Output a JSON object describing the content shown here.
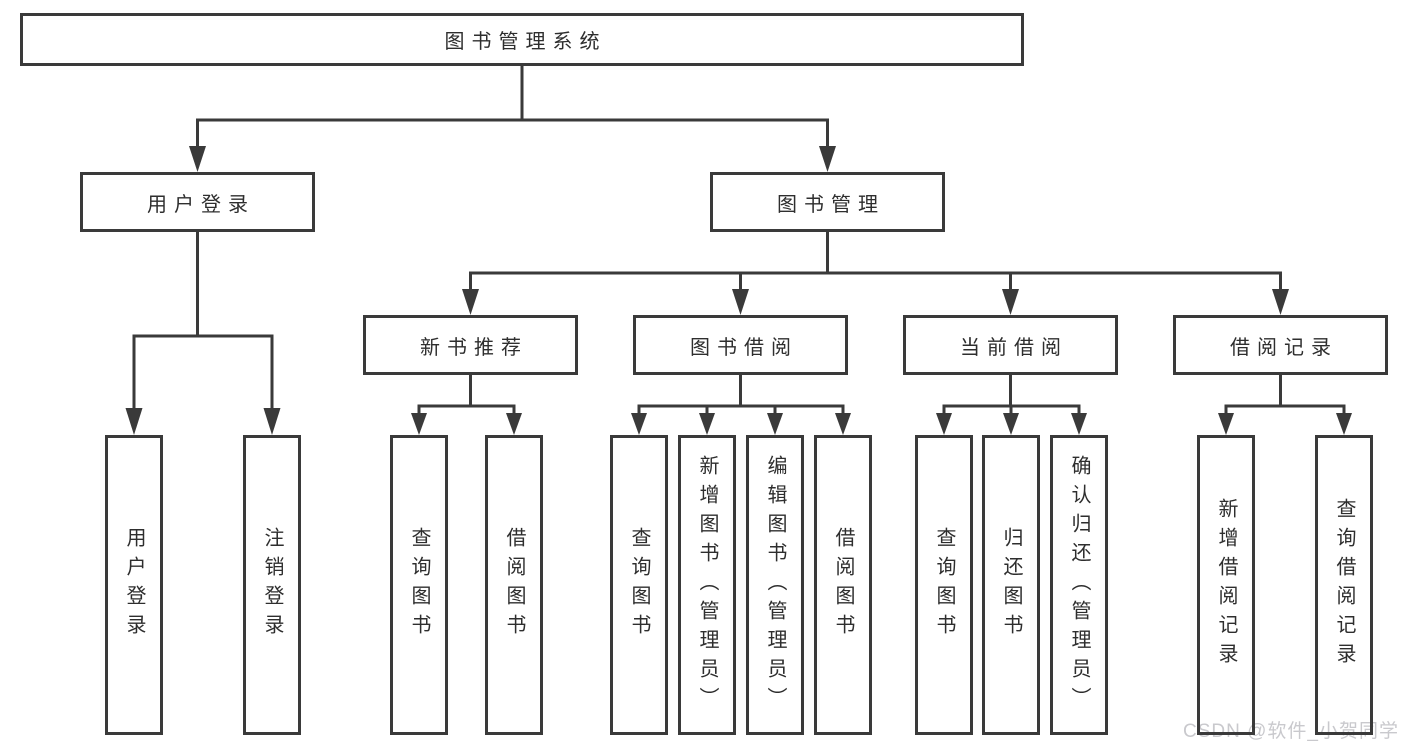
{
  "diagram": {
    "root": {
      "label": "图书管理系统"
    },
    "level2": [
      {
        "label": "用户登录"
      },
      {
        "label": "图书管理"
      }
    ],
    "level3": [
      {
        "label": "新书推荐"
      },
      {
        "label": "图书借阅"
      },
      {
        "label": "当前借阅"
      },
      {
        "label": "借阅记录"
      }
    ],
    "leaves": {
      "user_login": [
        {
          "label": "用户登录"
        },
        {
          "label": "注销登录"
        }
      ],
      "new_book_recommend": [
        {
          "label": "查询图书"
        },
        {
          "label": "借阅图书"
        }
      ],
      "book_borrow": [
        {
          "label": "查询图书"
        },
        {
          "label": "新增图书（管理员）"
        },
        {
          "label": "编辑图书（管理员）"
        },
        {
          "label": "借阅图书"
        }
      ],
      "current_borrow": [
        {
          "label": "查询图书"
        },
        {
          "label": "归还图书"
        },
        {
          "label": "确认归还（管理员）"
        }
      ],
      "borrow_records": [
        {
          "label": "新增借阅记录"
        },
        {
          "label": "查询借阅记录"
        }
      ]
    }
  },
  "watermark": "CSDN @软件_小贺同学",
  "colors": {
    "line": "#3a3a3a",
    "text": "#2e2e2e",
    "background": "#ffffff",
    "watermark": "#c9c9cd"
  }
}
